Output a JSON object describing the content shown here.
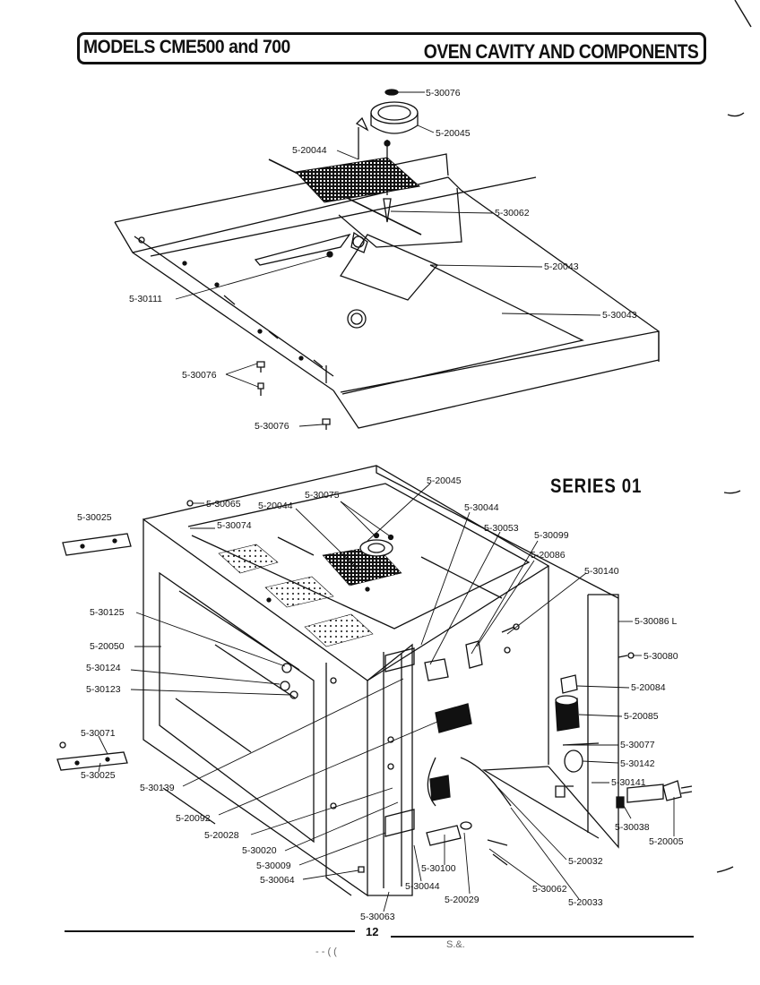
{
  "header": {
    "left_title": "MODELS CME500 and 700",
    "right_title": "OVEN CAVITY AND COMPONENTS"
  },
  "series_label": "SERIES 01",
  "page_number": "12",
  "footer_scribble": "- - ( (",
  "footer_mark": "S.&.",
  "top_labels": [
    "5-30076",
    "5-20045",
    "5-20044",
    "5-30062",
    "5-20043",
    "5-30111",
    "5-30043",
    "5-30076",
    "5-30076"
  ],
  "bottom_labels": [
    "5-30065",
    "5-20045",
    "5-30075",
    "5-20044",
    "5-30025",
    "5-30074",
    "5-30044",
    "5-30053",
    "5-30099",
    "5-20086",
    "5-30140",
    "5-30125",
    "5-30086 L",
    "5-20050",
    "5-30080",
    "5-30124",
    "5-20084",
    "5-30123",
    "5-20085",
    "5-30071",
    "5-30077",
    "5-30025",
    "5-30142",
    "5-30139",
    "5-30141",
    "5-20092",
    "5-30038",
    "5-20005",
    "5-20028",
    "5-30020",
    "5-20032",
    "5-30009",
    "5-30064",
    "5-30100",
    "5-30044",
    "5-30062",
    "5-20029",
    "5-20033",
    "5-30063"
  ]
}
